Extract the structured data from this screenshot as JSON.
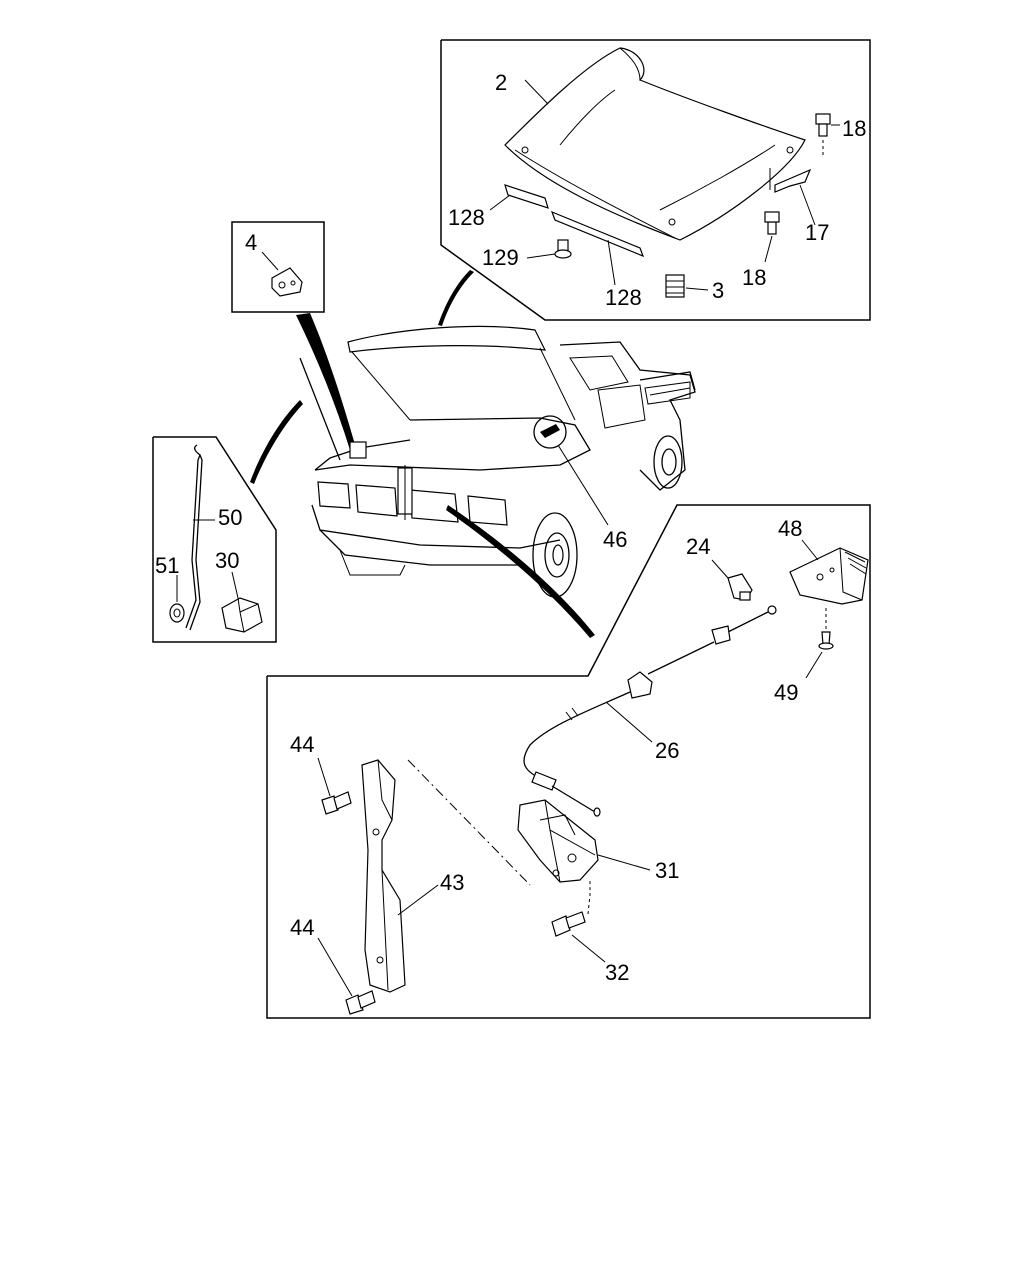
{
  "diagram": {
    "colors": {
      "line": "#000000",
      "background": "#ffffff"
    },
    "callouts": {
      "hood": "2",
      "hood_bumper": "3",
      "support_rod_clip": "4",
      "hood_hinge": "17",
      "hinge_bolt_upper": "18",
      "hinge_bolt_lower": "18",
      "release_handle": "24",
      "release_cable": "26",
      "rod_holder": "30",
      "hood_lock": "31",
      "lock_bolt": "32",
      "lock_support": "43",
      "support_bolt_upper": "44",
      "support_bolt_lower": "44",
      "hood_opener_area": "46",
      "handle_bracket": "48",
      "bracket_screw": "49",
      "support_rod": "50",
      "grommet": "51",
      "seal_strip_upper": "128",
      "seal_strip_lower": "128",
      "seal_clip": "129"
    }
  }
}
